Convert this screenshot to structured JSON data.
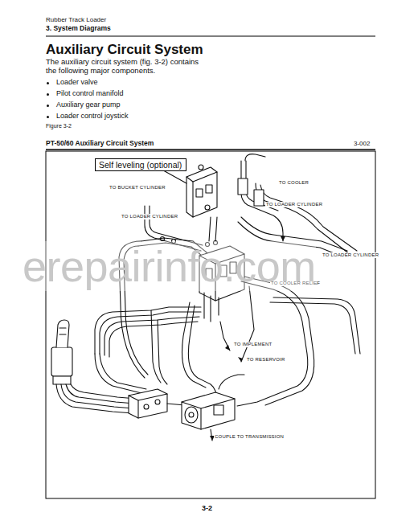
{
  "diagram": {
    "title": "Auxiliary Circuit System",
    "caption": "PT-50/60 Auxiliary Circuit System",
    "nodes": [
      {
        "text": [
          "Self leveling (optional)"
        ]
      }
    ],
    "edges": [],
    "labels": [
      "Rubber Track Loader",
      "3. System Diagrams",
      "The auxiliary circuit system (fig. 3-2) contains the following major components.",
      "Loader valve",
      "Pilot control manifold",
      "Auxiliary gear pump",
      "Loader control joystick",
      "Figure 3-2",
      "3-002",
      "TO BUCKET CYLINDER",
      "TO COOLER",
      "TO LOADER CYLINDER",
      "TO LOADER CYLINDER",
      "TO LOADER CYLINDER",
      "TO COOLER RELIEF",
      "TO IMPLEMENT",
      "TO RESERVOIR",
      "COUPLE TO TRANSMISSION",
      "erepairinfo.com",
      "3-2"
    ]
  }
}
